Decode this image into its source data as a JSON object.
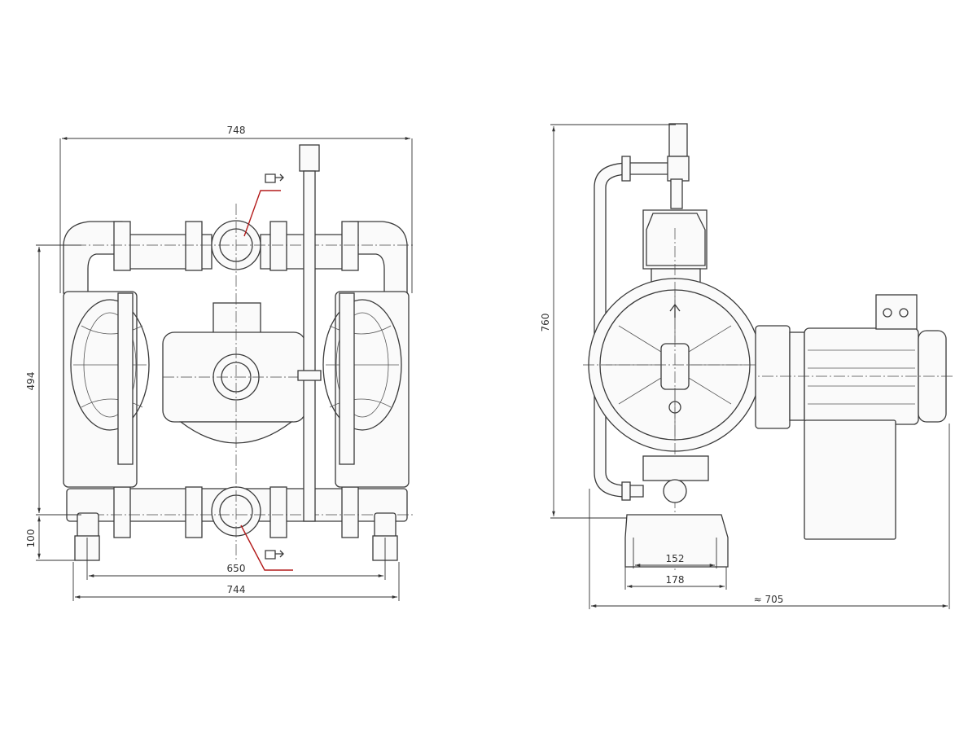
{
  "front_view": {
    "dimensions": {
      "overall_width_top": "748",
      "overall_height": "494",
      "base_height": "100",
      "foot_spacing": "650",
      "overall_width_bottom": "744"
    }
  },
  "side_view": {
    "dimensions": {
      "total_height": "760",
      "flange_inner": "152",
      "flange_outer": "178",
      "total_depth": "≈ 705"
    }
  },
  "icons": [
    "air-valve-symbol-top",
    "air-valve-symbol-bottom"
  ]
}
